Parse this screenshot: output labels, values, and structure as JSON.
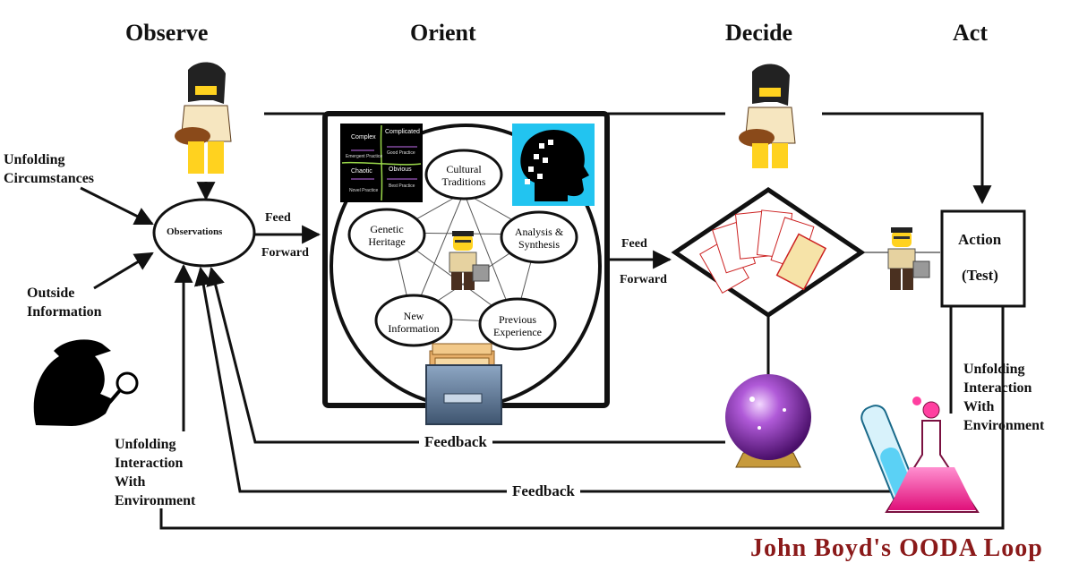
{
  "headers": {
    "observe": "Observe",
    "orient": "Orient",
    "decide": "Decide",
    "act": "Act"
  },
  "observe": {
    "unfolding_circumstances": [
      "Unfolding",
      "Circumstances"
    ],
    "outside_information": [
      "Outside",
      "Information"
    ],
    "unfolding_interaction": [
      "Unfolding",
      "Interaction",
      "With",
      "Environment"
    ],
    "observations": "Observations"
  },
  "feed_forward": {
    "feed": "Feed",
    "forward": "Forward"
  },
  "orient": {
    "cultural_traditions": [
      "Cultural",
      "Traditions"
    ],
    "genetic_heritage": [
      "Genetic",
      "Heritage"
    ],
    "analysis_synthesis": [
      "Analysis &",
      "Synthesis"
    ],
    "new_information": [
      "New",
      "Information"
    ],
    "previous_experience": [
      "Previous",
      "Experience"
    ],
    "cynefin_panel": {
      "complex": "Complex",
      "complicated": "Complicated",
      "emergent_practice": "Emergent Practice",
      "good_practice": "Good Practice",
      "chaotic": "Chaotic",
      "obvious": "Obvious",
      "novel_practice": "Novel Practice",
      "best_practice": "Best Practice"
    }
  },
  "act": {
    "action": "Action",
    "test": "(Test)",
    "unfolding_interaction": [
      "Unfolding",
      "Interaction",
      "With",
      "Environment"
    ]
  },
  "feedback_top": "Feedback",
  "feedback_bottom": "Feedback",
  "title": "John Boyd's OODA Loop",
  "colors": {
    "title": "#8b1a1a",
    "cyan_panel": "#22c4f0",
    "orb": "#9a3fc0",
    "flask": "#ff3fa0"
  }
}
